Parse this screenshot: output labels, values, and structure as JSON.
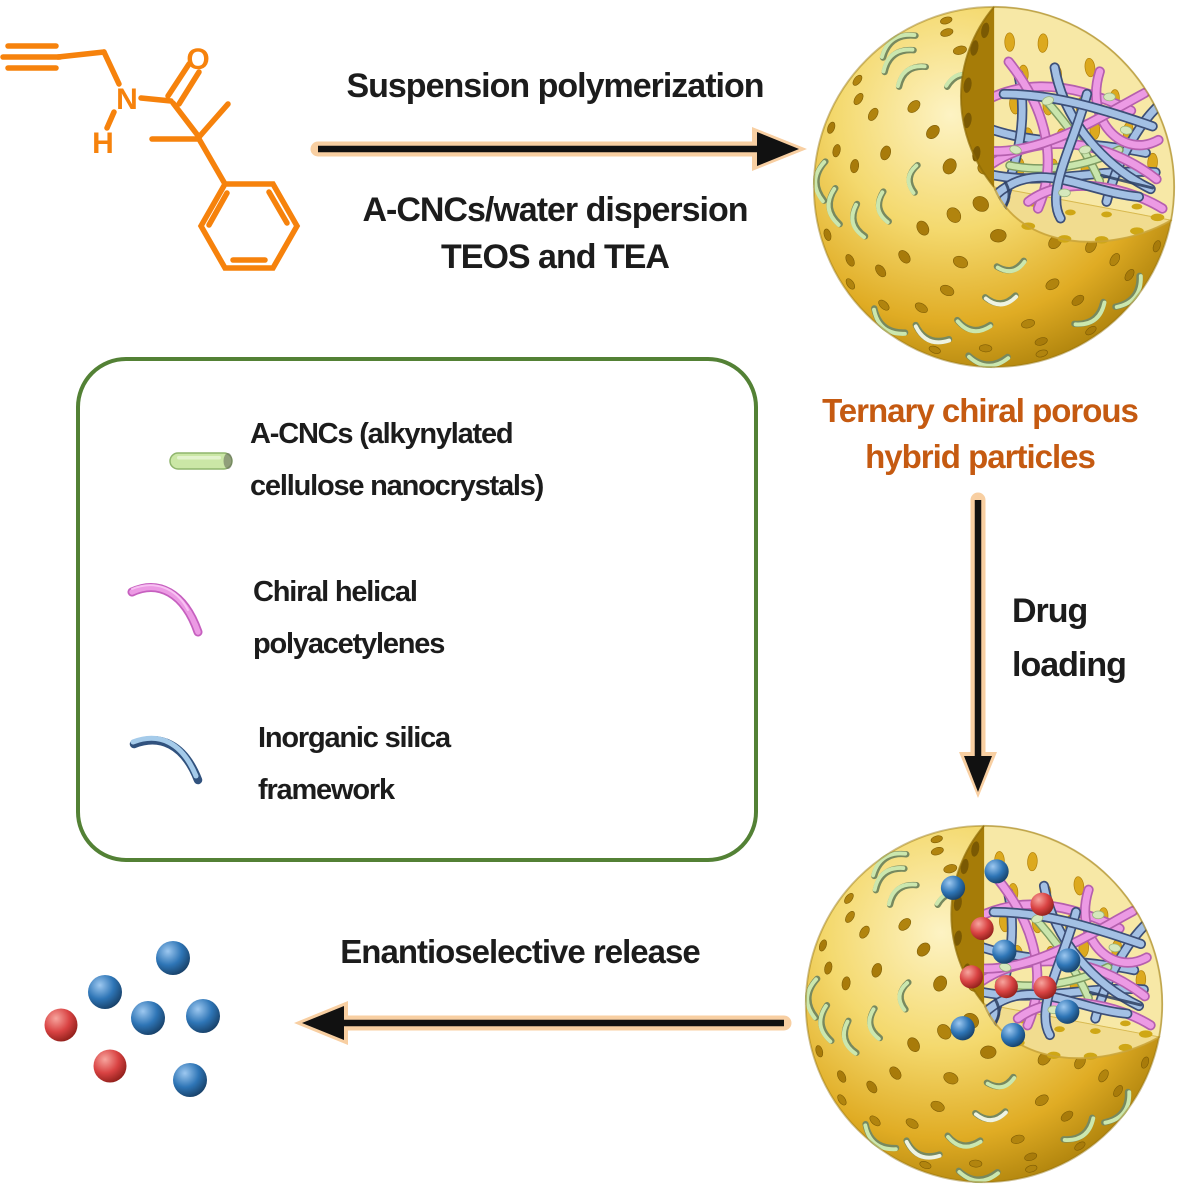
{
  "figure": {
    "step1": {
      "label": "Suspension polymerization",
      "conditions": [
        "A-CNCs/water dispersion",
        "TEOS and TEA"
      ]
    },
    "product": {
      "line1": "Ternary chiral porous",
      "line2": "hybrid particles"
    },
    "step2": {
      "line1": "Drug",
      "line2": "loading"
    },
    "step3": {
      "label": "Enantioselective release"
    }
  },
  "molecule": {
    "n_label": "N",
    "h_label": "H",
    "o_label": "O"
  },
  "legend": {
    "items": [
      {
        "icon": "green-rod-icon",
        "line1": "A-CNCs (alkynylated",
        "line2": "cellulose nanocrystals)"
      },
      {
        "icon": "pink-curve-icon",
        "line1": "Chiral helical",
        "line2": "polyacetylenes"
      },
      {
        "icon": "blue-curve-icon",
        "line1": "Inorganic silica",
        "line2": "framework"
      }
    ]
  },
  "released_drugs": {
    "blue_count": 5,
    "red_count": 2
  },
  "loaded_drugs": {
    "blue_count": 7,
    "red_count": 5
  },
  "colors": {
    "molecule_orange": "#F6820C",
    "text_black": "#1C1C1C",
    "product_orange": "#C55A11",
    "arrow_black": "#111111",
    "arrow_halo": "#F8CFA2",
    "legend_border_green": "#538135",
    "cnc_rod_green": "#CBE7A6",
    "polyacetylene_pink": "#EC9AE4",
    "silica_blue": "#A3C0E4",
    "silica_blue_dark": "#31527E",
    "sphere_gold_light": "#FDF3C4",
    "sphere_gold": "#E8BC38",
    "sphere_gold_dark": "#9F7605",
    "pore_gold": "#A87B0A",
    "inner_wall_yellow": "#F7E8A6",
    "drug_blue": "#2E75B6",
    "drug_red": "#D94343"
  }
}
